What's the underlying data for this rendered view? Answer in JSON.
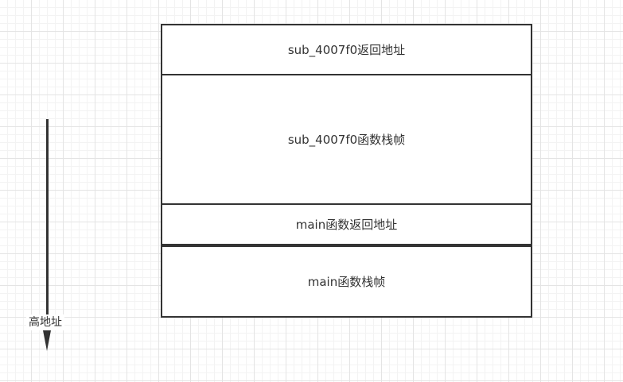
{
  "diagram": {
    "blocks": [
      {
        "label": "sub_4007f0返回地址"
      },
      {
        "label": "sub_4007f0函数栈帧"
      },
      {
        "label": "main函数返回地址"
      },
      {
        "label": "main函数栈帧"
      }
    ],
    "arrow": {
      "label": "高地址",
      "direction": "down"
    }
  }
}
